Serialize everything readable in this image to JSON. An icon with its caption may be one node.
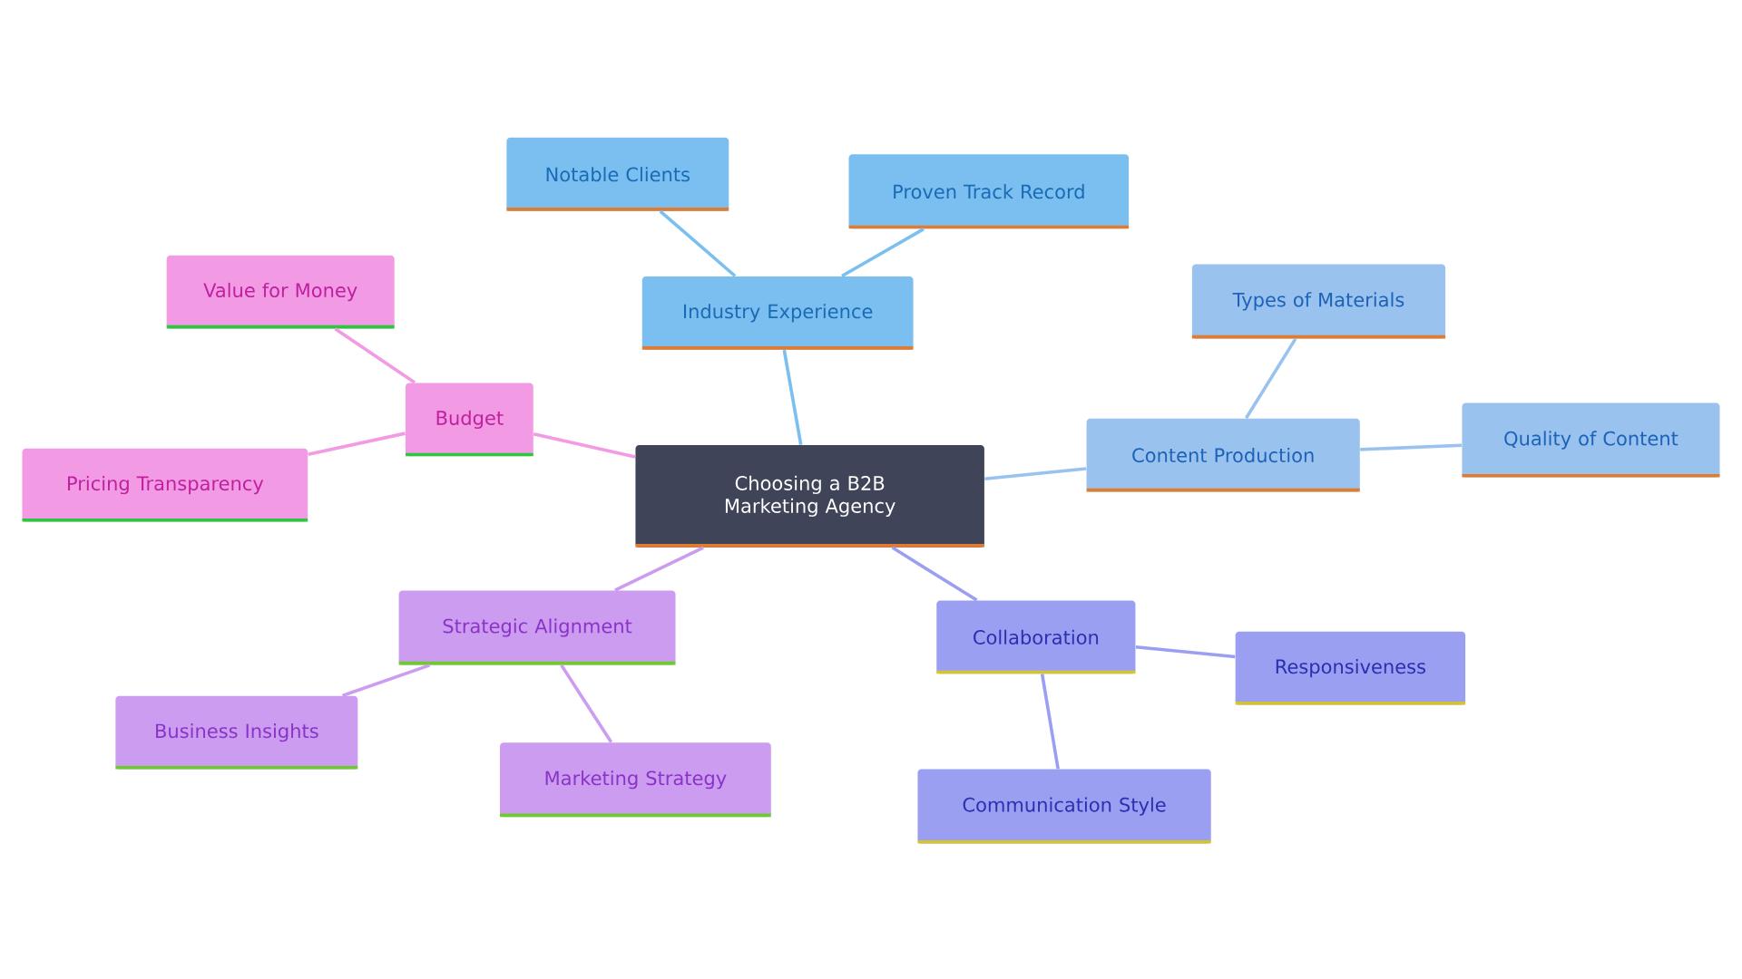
{
  "diagram": {
    "nodes": [
      {
        "text": [
          "Choosing a B2B Marketing Agency"
        ]
      },
      {
        "text": [
          "Industry Experience"
        ]
      },
      {
        "text": [
          "Notable Clients"
        ]
      },
      {
        "text": [
          "Proven Track Record"
        ]
      },
      {
        "text": [
          "Content Production"
        ]
      },
      {
        "text": [
          "Types of Materials"
        ]
      },
      {
        "text": [
          "Quality of Content"
        ]
      },
      {
        "text": [
          "Collaboration"
        ]
      },
      {
        "text": [
          "Responsiveness"
        ]
      },
      {
        "text": [
          "Communication Style"
        ]
      },
      {
        "text": [
          "Strategic Alignment"
        ]
      },
      {
        "text": [
          "Business Insights"
        ]
      },
      {
        "text": [
          "Marketing Strategy"
        ]
      },
      {
        "text": [
          "Budget"
        ]
      },
      {
        "text": [
          "Value for Money"
        ]
      },
      {
        "text": [
          "Pricing Transparency"
        ]
      }
    ],
    "edges": [
      {
        "from": 0,
        "to": 1,
        "arrow": "none",
        "color": "#7bbff0"
      },
      {
        "from": 1,
        "to": 2,
        "arrow": "none",
        "color": "#7bbff0"
      },
      {
        "from": 1,
        "to": 3,
        "arrow": "none",
        "color": "#7bbff0"
      },
      {
        "from": 0,
        "to": 4,
        "arrow": "none",
        "color": "#9ac2ef"
      },
      {
        "from": 4,
        "to": 5,
        "arrow": "none",
        "color": "#9ac2ef"
      },
      {
        "from": 4,
        "to": 6,
        "arrow": "none",
        "color": "#9ac2ef"
      },
      {
        "from": 0,
        "to": 7,
        "arrow": "none",
        "color": "#9b9ff2"
      },
      {
        "from": 7,
        "to": 8,
        "arrow": "none",
        "color": "#9b9ff2"
      },
      {
        "from": 7,
        "to": 9,
        "arrow": "none",
        "color": "#9b9ff2"
      },
      {
        "from": 0,
        "to": 10,
        "arrow": "none",
        "color": "#cc9cf0"
      },
      {
        "from": 10,
        "to": 11,
        "arrow": "none",
        "color": "#cc9cf0"
      },
      {
        "from": 10,
        "to": 12,
        "arrow": "none",
        "color": "#cc9cf0"
      },
      {
        "from": 0,
        "to": 13,
        "arrow": "none",
        "color": "#f29ae3"
      },
      {
        "from": 13,
        "to": 14,
        "arrow": "none",
        "color": "#f29ae3"
      },
      {
        "from": 13,
        "to": 15,
        "arrow": "none",
        "color": "#f29ae3"
      }
    ]
  }
}
